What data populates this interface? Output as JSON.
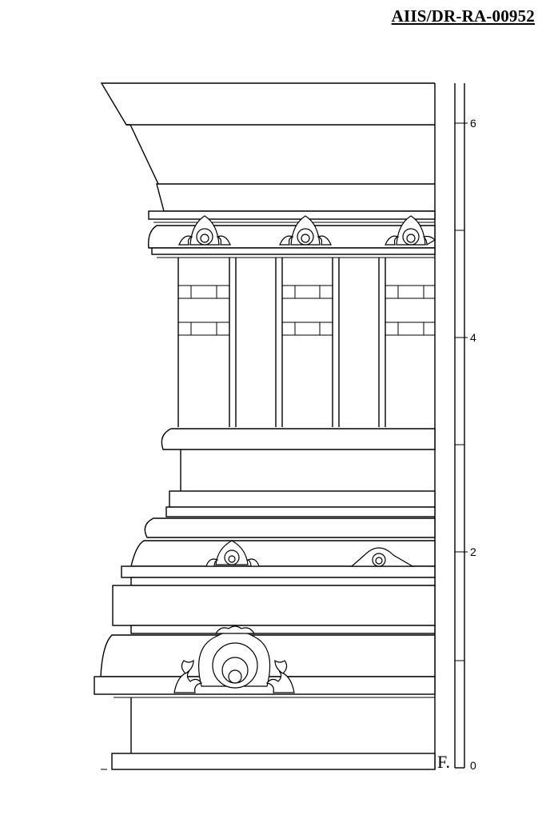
{
  "sheet": {
    "id": "AIIS/DR-RA-00952"
  },
  "scale": {
    "ticks": [
      {
        "label": "6",
        "level": 6
      },
      {
        "label": "4",
        "level": 4
      },
      {
        "label": "2",
        "level": 2
      },
      {
        "label": "0",
        "level": 0
      }
    ],
    "floor_label": "F."
  }
}
